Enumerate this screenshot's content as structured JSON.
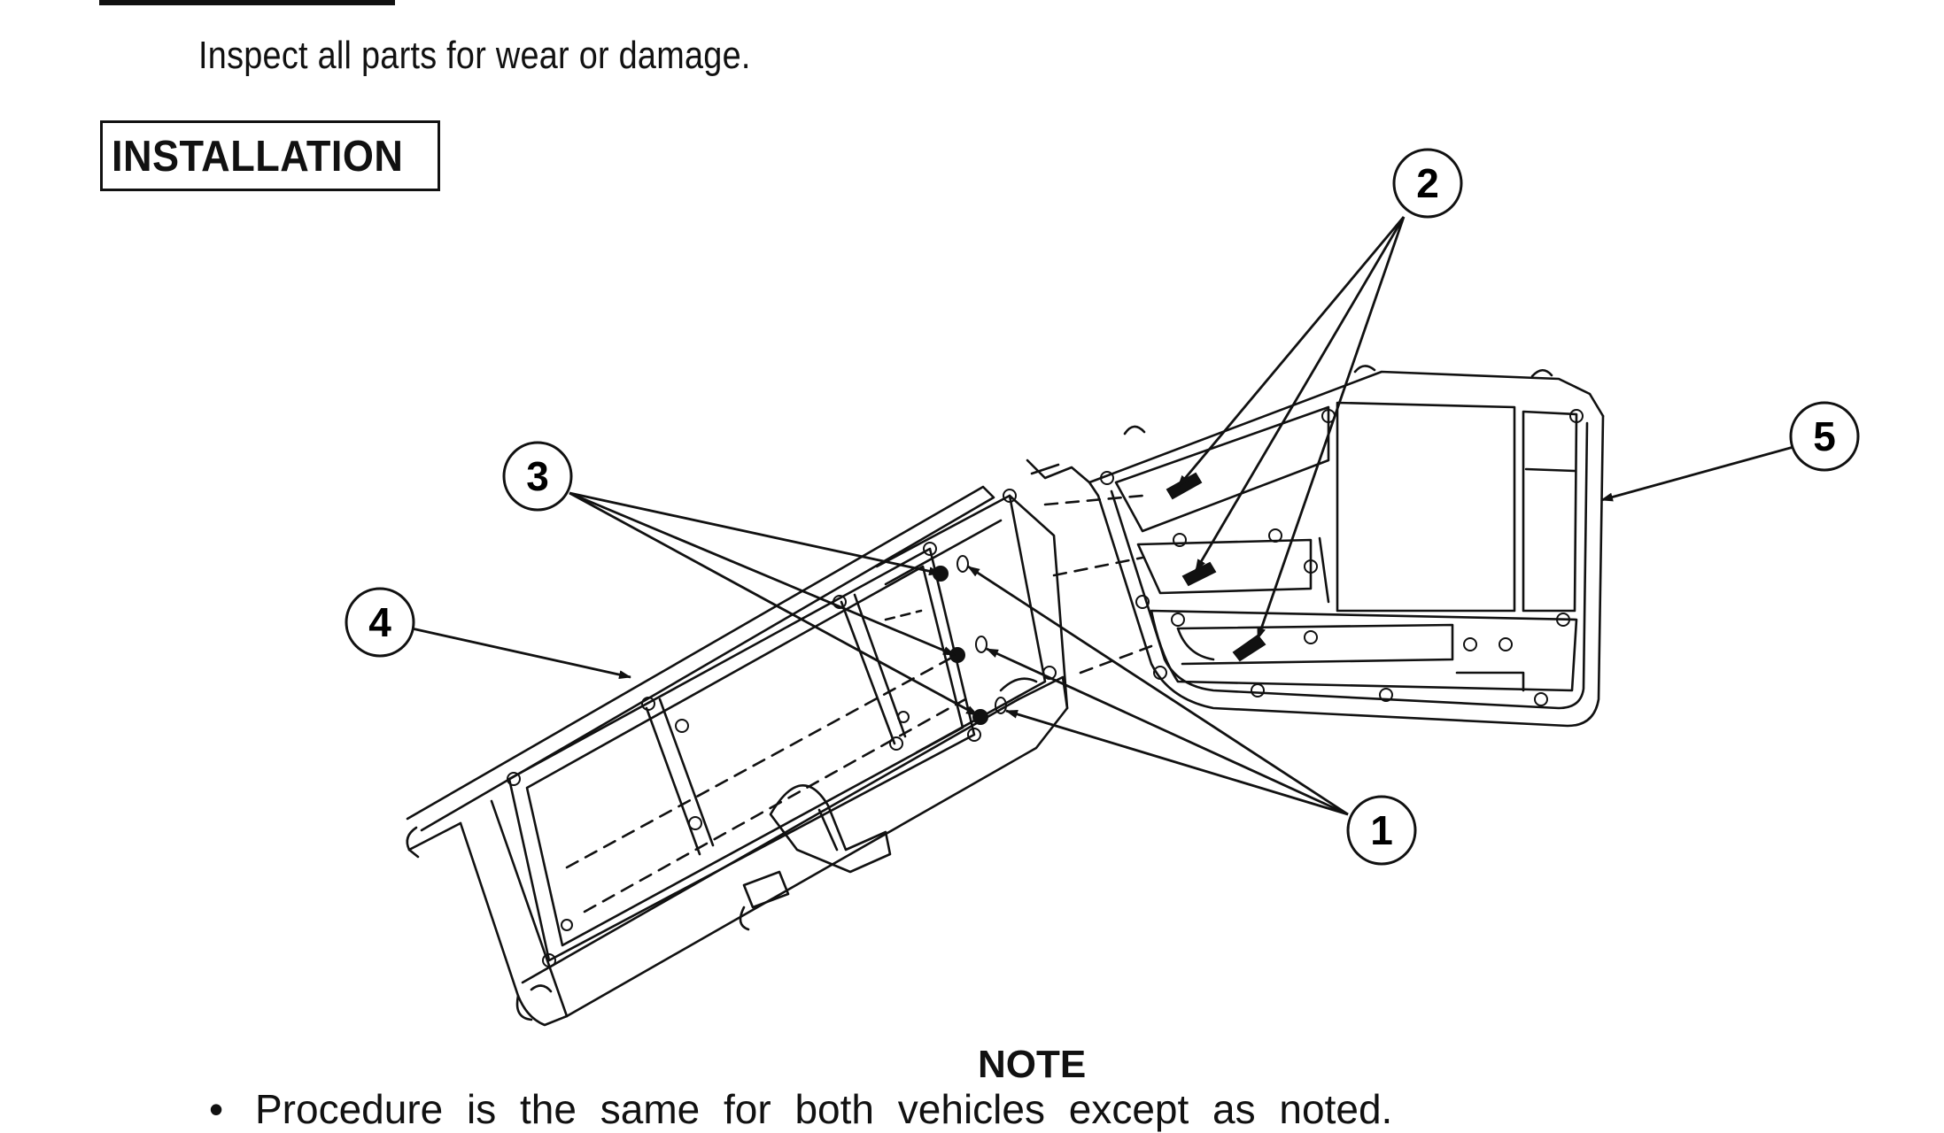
{
  "inspection": {
    "instruction": "Inspect all parts for wear or damage."
  },
  "section": {
    "title": "INSTALLATION"
  },
  "figure": {
    "callouts": [
      {
        "id": "1",
        "label": "1"
      },
      {
        "id": "2",
        "label": "2"
      },
      {
        "id": "3",
        "label": "3"
      },
      {
        "id": "4",
        "label": "4"
      },
      {
        "id": "5",
        "label": "5"
      }
    ]
  },
  "note": {
    "heading": "NOTE",
    "bullet": "•",
    "items": [
      "Procedure is the same for both vehicles except as noted."
    ]
  }
}
